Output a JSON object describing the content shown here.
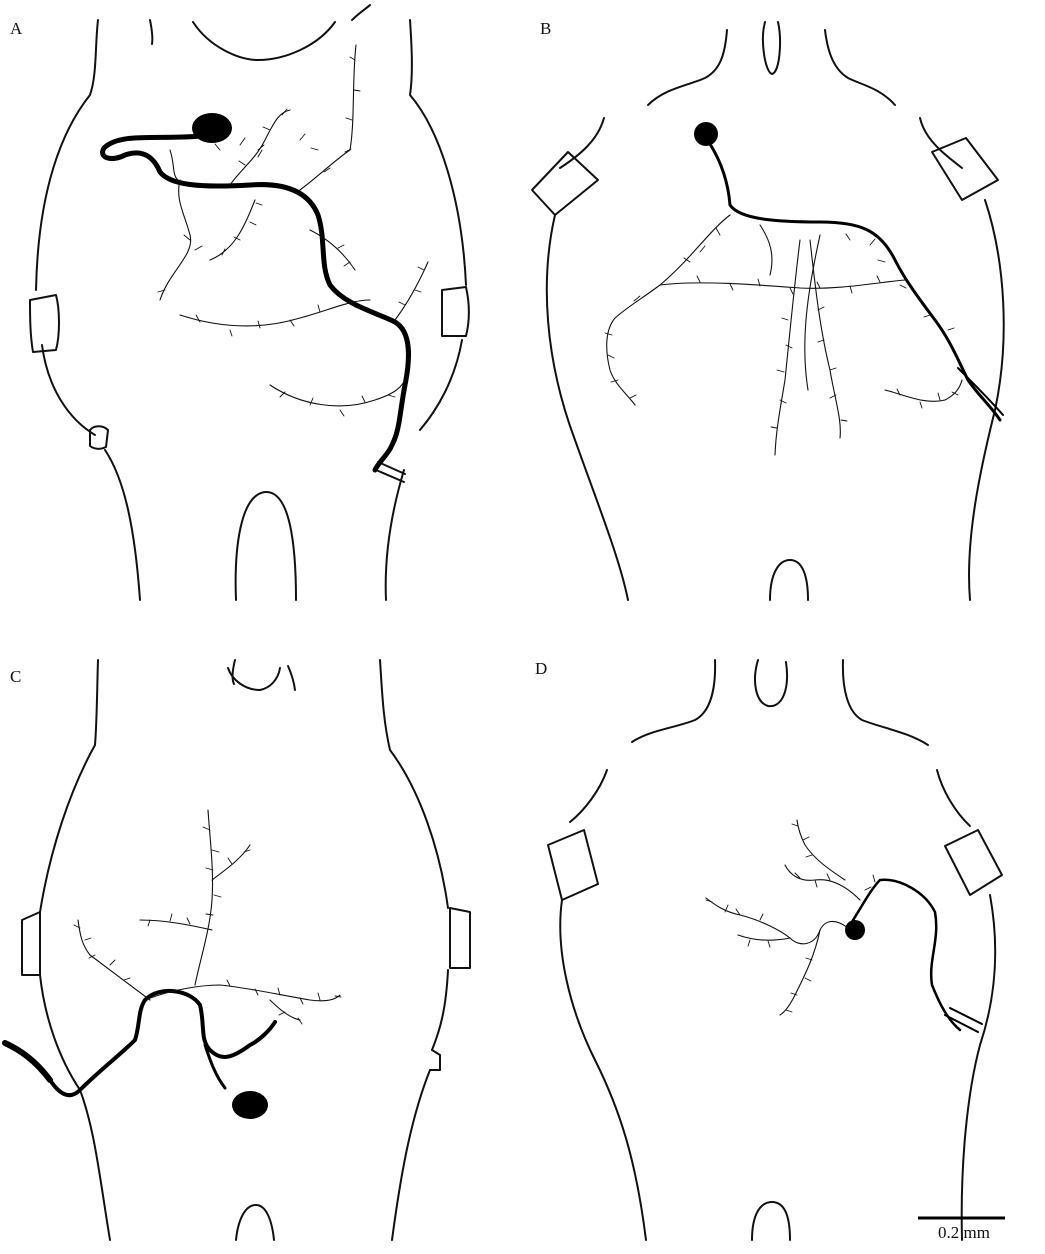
{
  "panels": [
    {
      "id": "a",
      "label": "A"
    },
    {
      "id": "b",
      "label": "B"
    },
    {
      "id": "c",
      "label": "C"
    },
    {
      "id": "d",
      "label": "D"
    }
  ],
  "scale_bar": {
    "label": "0.2 mm"
  },
  "colors": {
    "ink": "#111111",
    "background": "#ffffff"
  }
}
